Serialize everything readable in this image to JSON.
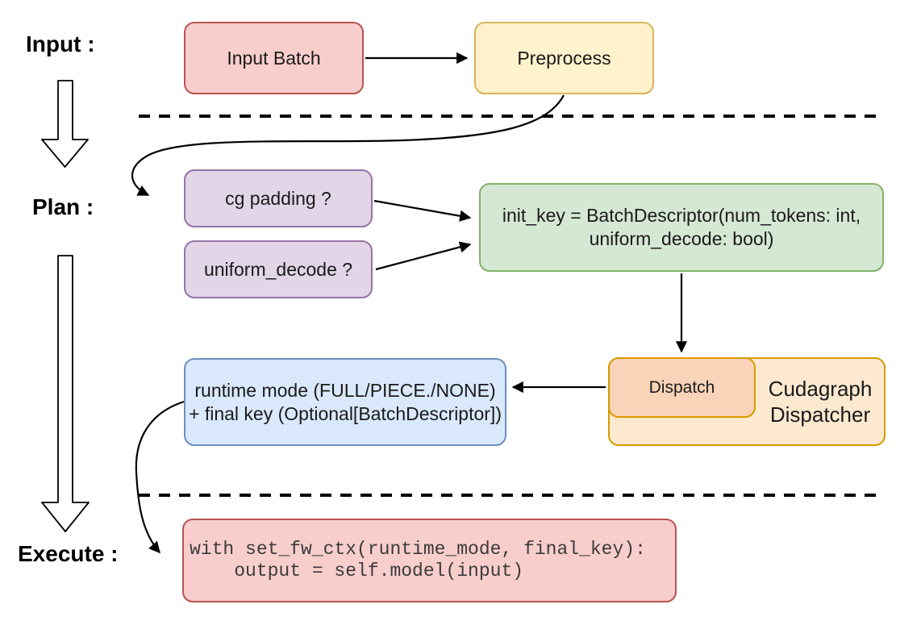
{
  "sections": {
    "input": "Input :",
    "plan": "Plan :",
    "execute": "Execute :"
  },
  "nodes": {
    "input_batch": "Input Batch",
    "preprocess": "Preprocess",
    "cg_padding": "cg padding ?",
    "uniform_decode": "uniform_decode ?",
    "init_key": [
      "init_key = BatchDescriptor(num_tokens: int,",
      "uniform_decode: bool)"
    ],
    "runtime_mode": [
      "runtime mode (FULL/PIECE./NONE)",
      "+ final key (Optional[BatchDescriptor])"
    ],
    "dispatch": "Dispatch",
    "cudagraph_dispatcher": [
      "Cudagraph",
      "Dispatcher"
    ],
    "execute_code": [
      "with set_fw_ctx(runtime_mode, final_key):",
      "    output = self.model(input)"
    ]
  },
  "colors": {
    "red_fill": "#F8CECC",
    "red_stroke": "#B85450",
    "yellow_fill": "#FFF2CC",
    "yellow_stroke": "#D6B656",
    "purple_fill": "#E1D5E7",
    "purple_stroke": "#9673A6",
    "green_fill": "#D5E8D4",
    "green_stroke": "#82B366",
    "blue_fill": "#DAE8FC",
    "blue_stroke": "#6C8EBF",
    "orange_outer_fill": "#FCE9D0",
    "orange_inner_fill": "#F9D4B8",
    "orange_stroke": "#D79B00",
    "line_color": "#000000"
  }
}
